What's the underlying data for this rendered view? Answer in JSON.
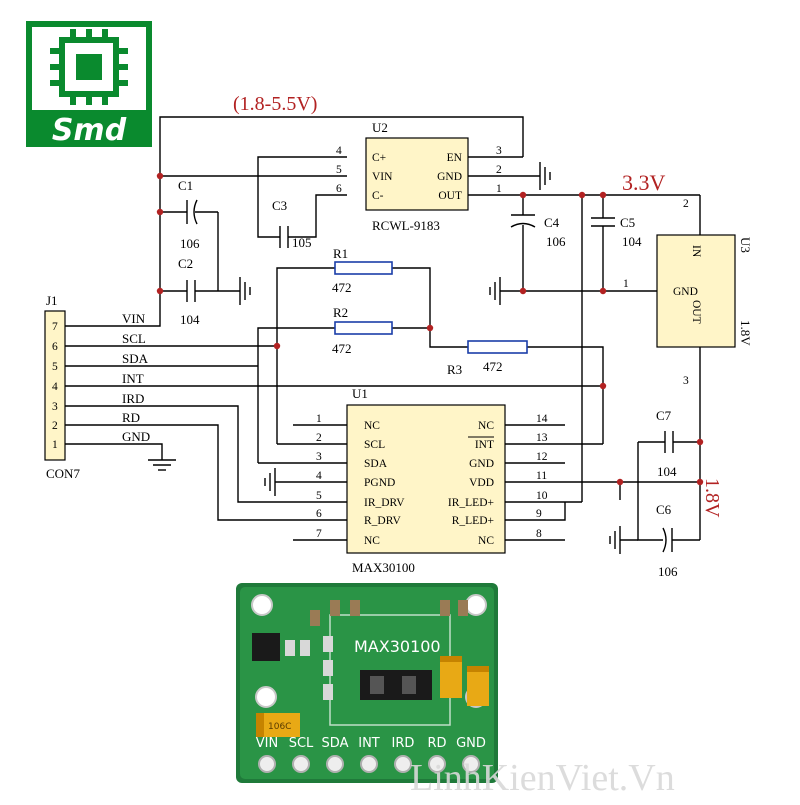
{
  "logo": {
    "text": "Smd",
    "color": "#0a8a2e"
  },
  "watermark": "LinhKienViet.Vn",
  "voltages": {
    "vin_range": "(1.8-5.5V)",
    "v33": "3.3V",
    "v18": "1.8V"
  },
  "j1": {
    "ref": "J1",
    "name": "CON7",
    "pins": [
      {
        "num": "7",
        "net": "VIN"
      },
      {
        "num": "6",
        "net": "SCL"
      },
      {
        "num": "5",
        "net": "SDA"
      },
      {
        "num": "4",
        "net": "INT"
      },
      {
        "num": "3",
        "net": "IRD"
      },
      {
        "num": "2",
        "net": "RD"
      },
      {
        "num": "1",
        "net": "GND"
      }
    ]
  },
  "u2": {
    "ref": "U2",
    "name": "RCWL-9183",
    "left_pins": [
      {
        "num": "4",
        "label": "C+"
      },
      {
        "num": "5",
        "label": "VIN"
      },
      {
        "num": "6",
        "label": "C-"
      }
    ],
    "right_pins": [
      {
        "num": "3",
        "label": "EN"
      },
      {
        "num": "2",
        "label": "GND"
      },
      {
        "num": "1",
        "label": "OUT"
      }
    ]
  },
  "u3": {
    "ref": "U3",
    "name": "1.8V",
    "pins": [
      {
        "num": "2",
        "label": "IN"
      },
      {
        "num": "1",
        "label": "GND"
      },
      {
        "num": "3",
        "label": "OUT"
      }
    ]
  },
  "u1": {
    "ref": "U1",
    "name": "MAX30100",
    "left_pins": [
      {
        "num": "1",
        "label": "NC"
      },
      {
        "num": "2",
        "label": "SCL"
      },
      {
        "num": "3",
        "label": "SDA"
      },
      {
        "num": "4",
        "label": "PGND"
      },
      {
        "num": "5",
        "label": "IR_DRV"
      },
      {
        "num": "6",
        "label": "R_DRV"
      },
      {
        "num": "7",
        "label": "NC"
      }
    ],
    "right_pins": [
      {
        "num": "14",
        "label": "NC"
      },
      {
        "num": "13",
        "label": "INT"
      },
      {
        "num": "12",
        "label": "GND"
      },
      {
        "num": "11",
        "label": "VDD"
      },
      {
        "num": "10",
        "label": "IR_LED+"
      },
      {
        "num": "9",
        "label": "R_LED+"
      },
      {
        "num": "8",
        "label": "NC"
      }
    ]
  },
  "capacitors": [
    {
      "ref": "C1",
      "value": "106"
    },
    {
      "ref": "C2",
      "value": "104"
    },
    {
      "ref": "C3",
      "value": "105"
    },
    {
      "ref": "C4",
      "value": "106"
    },
    {
      "ref": "C5",
      "value": "104"
    },
    {
      "ref": "C6",
      "value": "106"
    },
    {
      "ref": "C7",
      "value": "104"
    }
  ],
  "resistors": [
    {
      "ref": "R1",
      "value": "472"
    },
    {
      "ref": "R2",
      "value": "472"
    },
    {
      "ref": "R3",
      "value": "472"
    }
  ],
  "board": {
    "chip_label": "MAX30100",
    "pin_labels": [
      "VIN",
      "SCL",
      "SDA",
      "INT",
      "IRD",
      "RD",
      "GND"
    ],
    "tant_label": "106C"
  }
}
